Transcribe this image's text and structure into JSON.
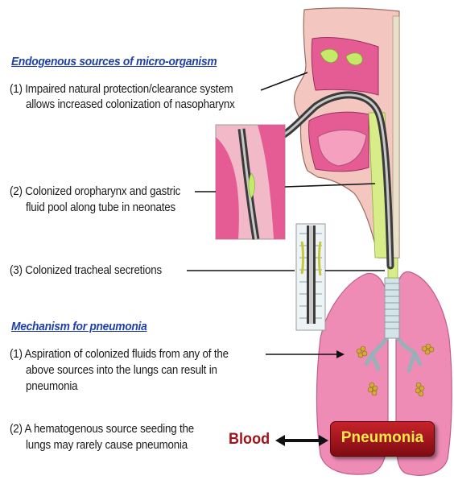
{
  "endogenous": {
    "heading": "Endogenous sources of micro-organism",
    "item1_line1": "(1) Impaired natural protection/clearance system",
    "item1_line2": "allows increased colonization of nasopharynx",
    "item2_line1": "(2) Colonized oropharynx and gastric",
    "item2_line2": "fluid pool along tube in neonates",
    "item3": "(3) Colonized tracheal secretions"
  },
  "mechanism": {
    "heading": "Mechanism for pneumonia",
    "item1_line1": "(1) Aspiration of colonized fluids from any of the",
    "item1_line2": "above sources into the lungs can result in",
    "item1_line3": "pneumonia",
    "item2_line1": "(2) A hematogenous source seeding the",
    "item2_line2": "lungs may rarely cause pneumonia"
  },
  "flow": {
    "blood_label": "Blood",
    "pneumonia_label": "Pneumonia"
  },
  "colors": {
    "heading_blue": "#1f3fa8",
    "lung_pink": "#ee88b4",
    "tissue_pink": "#e55b93",
    "mucosa_green": "#cfe8a0",
    "pneumonia_box": "#b0141c",
    "pneumonia_text": "#ffe84a",
    "blood_text": "#a3111a"
  }
}
